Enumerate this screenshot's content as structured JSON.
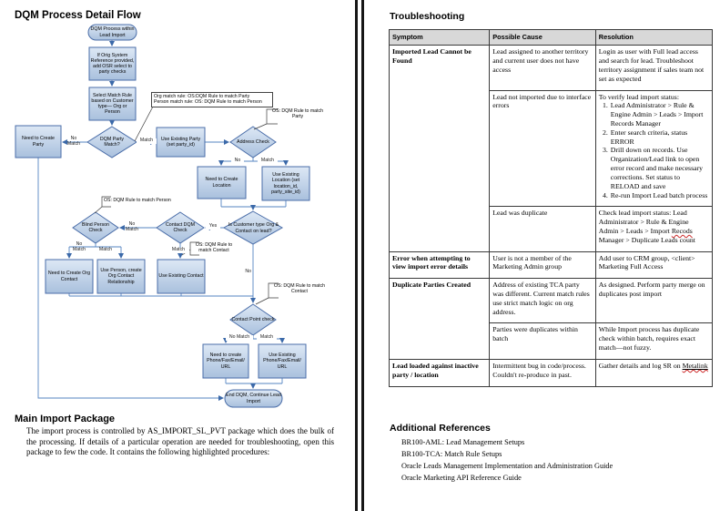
{
  "page1": {
    "title": "DQM Process Detail Flow",
    "flowchart": {
      "nodes": {
        "start": "DQM Process within Lead Import",
        "osr": "If Orig System Reference provided, add OSR select to party checks",
        "select_rule": "Select Match Rule based on Customer type— Org or Person",
        "need_party": "Need to Create Party",
        "dqm_party_match": "DQM Party Match?",
        "use_party": "Use Existing Party (set party_id)",
        "address_check": "Address Check",
        "need_location": "Need to Create Location",
        "use_location": "Use Existing Location (set location_id, party_site_id)",
        "is_customer": "Is Customer type Org & Contact on lead?",
        "contact_dqm": "Contact DQM Check",
        "blind_person": "Blind Person Check",
        "need_org_contact": "Need to Create Org Contact",
        "use_person": "Use Person, create Org Contact Relationship",
        "use_contact": "Use Existing Contact",
        "contact_point": "Contact Point check",
        "need_phone": "Need to create Phone/Fax/Email/ URL",
        "use_phone": "Use Existing Phone/Fax/Email/ URL",
        "end": "End DQM, Continue Lead Import"
      },
      "labels": {
        "no_match_1": "No Match",
        "match_1": "Match",
        "no_2": "No",
        "match_2": "Match",
        "no_match_3": "No Match",
        "yes_3": "Yes",
        "no_match_4": "No Match",
        "match_4": "Match",
        "match_5": "Match",
        "no_5": "No",
        "no_match_6": "No Match",
        "match_6": "Match"
      },
      "callouts": {
        "c1_line1": "Org match rule: OS:DQM Rule to match Party",
        "c1_line2": "Person match rule: OS: DQM Rule to match Person",
        "c2": "OS: DQM Rule to match Party",
        "c3": "OS: DQM Rule to match Person",
        "c4": "OS: DQM Rule to match Contact",
        "c5": "OS: DQM Rule to match Contact"
      }
    },
    "section": {
      "heading": "Main Import Package",
      "body": "The import process is controlled by AS_IMPORT_SL_PVT package which does the bulk of the processing. If details of a particular operation are needed for troubleshooting, open this package to few the code. It contains the following highlighted procedures:"
    }
  },
  "page2": {
    "heading": "Troubleshooting",
    "table": {
      "headers": [
        "Symptom",
        "Possible Cause",
        "Resolution"
      ],
      "rows": [
        {
          "symptom": "Imported Lead Cannot be Found",
          "cause": "Lead assigned to another territory and current user does not have access",
          "resolution": "Login as user with Full lead access and search for lead. Troubleshoot territory assignment if sales team not set as expected"
        },
        {
          "cause": "Lead not imported due to interface errors",
          "resolution_intro": "To verify lead import status:",
          "resolution_steps": [
            "Lead Administrator > Rule & Engine Admin > Leads > Import Records Manager",
            "Enter search criteria, status ERROR",
            "Drill down on records. Use Organization/Lead link to open error record and make necessary corrections. Set status to RELOAD and save",
            "Re-run Import Lead batch process"
          ]
        },
        {
          "cause": "Lead was duplicate",
          "resolution_pre": "Check lead import status: Lead Administrator > Rule & Engine Admin > Leads > Import ",
          "resolution_misspelled": "Recods",
          "resolution_post": " Manager > Duplicate Leads count"
        },
        {
          "symptom": "Error when attempting to view import error details",
          "cause": "User is not a member of the Marketing Admin group",
          "resolution": "Add user to CRM group, <client> Marketing Full Access"
        },
        {
          "symptom": "Duplicate Parties Created",
          "cause": "Address of existing TCA party was different. Current match rules use strict match logic on org address.",
          "resolution": "As designed. Perform party merge on duplicates post import"
        },
        {
          "cause": "Parties were duplicates within batch",
          "resolution": "While Import process has duplicate check within batch, requires exact match—not fuzzy."
        },
        {
          "symptom": "Lead loaded against inactive party / location",
          "cause": "Intermittent bug in code/process. Couldn't re-produce in past.",
          "resolution_pre": "Gather details and log SR on ",
          "resolution_link": "Metalink"
        }
      ]
    },
    "references": {
      "heading": "Additional References",
      "items": [
        "BR100-AML: Lead Management Setups",
        "BR100-TCA: Match Rule Setups",
        "Oracle Leads Management Implementation and Administration Guide",
        "Oracle Marketing API Reference Guide"
      ]
    }
  }
}
